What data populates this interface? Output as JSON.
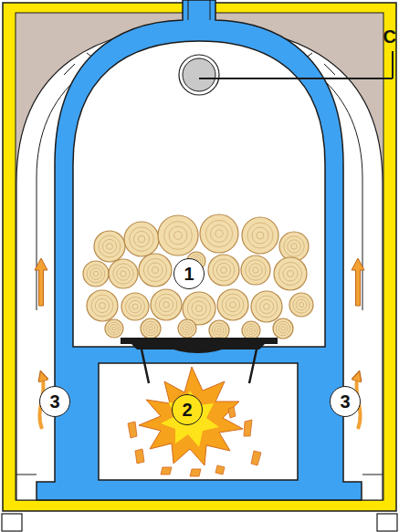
{
  "diagram": {
    "nodes": [
      {
        "text": [
          "1"
        ]
      },
      {
        "text": [
          "2"
        ]
      },
      {
        "text": [
          "3"
        ]
      },
      {
        "text": [
          "3"
        ]
      }
    ],
    "labels": [
      "C"
    ]
  }
}
